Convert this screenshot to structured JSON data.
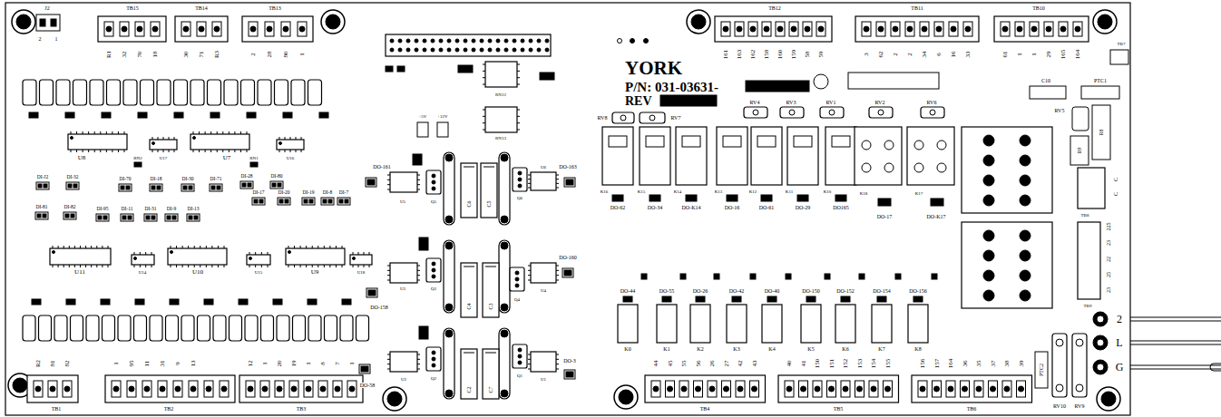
{
  "diagram": {
    "labels": [
      "J2",
      "2",
      "1",
      "TB15",
      "TB14",
      "TB13",
      "TB12",
      "TB11",
      "TB10",
      "R1",
      "32",
      "70",
      "18",
      "30",
      "71",
      "R3",
      "2",
      "28",
      "80",
      "1",
      "161",
      "163",
      "162",
      "158",
      "160",
      "159",
      "58",
      "59",
      "3",
      "62",
      "2",
      "2",
      "34",
      "6",
      "16",
      "33",
      "61",
      "1",
      "1",
      "29",
      "165",
      "164",
      "YORK",
      "P/N: 031-03631-",
      "REV",
      "TB7",
      "C10",
      "PTC1",
      "RN12",
      "RN13",
      "+5V",
      "+12V",
      "RV8",
      "RV7",
      "RV4",
      "RV3",
      "RV1",
      "RV2",
      "RV6",
      "RV5",
      "R8",
      "R9",
      "K16",
      "K15",
      "K14",
      "K13",
      "K12",
      "K11",
      "K10",
      "K18",
      "K17",
      "DO-62",
      "DO-34",
      "DO-K14",
      "DO-16",
      "DO-61",
      "DO-29",
      "DO165",
      "DO-17",
      "DO-K17",
      "DO-44",
      "DO-55",
      "DO-26",
      "DO-42",
      "DO-40",
      "DO-150",
      "DO-152",
      "DO-154",
      "DO-156",
      "K0",
      "K1",
      "K2",
      "K3",
      "K4",
      "K5",
      "K6",
      "K7",
      "K8",
      "TB8",
      "C",
      "C",
      "TB9",
      "23",
      "25",
      "22",
      "23",
      "225",
      "2",
      "L",
      "G",
      "PTC2",
      "RV10",
      "RV9",
      "U8",
      "RN2",
      "U17",
      "U7",
      "RN1",
      "U16",
      "DI-J2",
      "DI-32",
      "DI-70",
      "DI-18",
      "DI-30",
      "DI-71",
      "DI-28",
      "DI-80",
      "DI-17",
      "DI-20",
      "DI-19",
      "DI-8",
      "DI-7",
      "DI-81",
      "DI-82",
      "DI-95",
      "DI-11",
      "DI-31",
      "DI-9",
      "DI-13",
      "U11",
      "U14",
      "U10",
      "U15",
      "U9",
      "U18",
      "DO-161",
      "U5",
      "Q5",
      "C6",
      "C5",
      "Q6",
      "U6",
      "DO-163",
      "DO-158",
      "U3",
      "Q3",
      "C4",
      "C3",
      "Q4",
      "U4",
      "DO-160",
      "DO-58",
      "U2",
      "Q2",
      "C2",
      "C7",
      "Q1",
      "U1",
      "DO-3",
      "TB1",
      "R2",
      "81",
      "82",
      "TB2",
      "1",
      "95",
      "11",
      "31",
      "9",
      "13",
      "TB3",
      "12",
      "1",
      "20",
      "19",
      "1",
      "8",
      "7",
      "1",
      "TB4",
      "44",
      "45",
      "55",
      "56",
      "26",
      "27",
      "42",
      "43",
      "TB5",
      "40",
      "41",
      "150",
      "151",
      "152",
      "153",
      "154",
      "155",
      "TB6",
      "156",
      "157",
      "164",
      "36",
      "35",
      "37",
      "38",
      "39"
    ]
  }
}
